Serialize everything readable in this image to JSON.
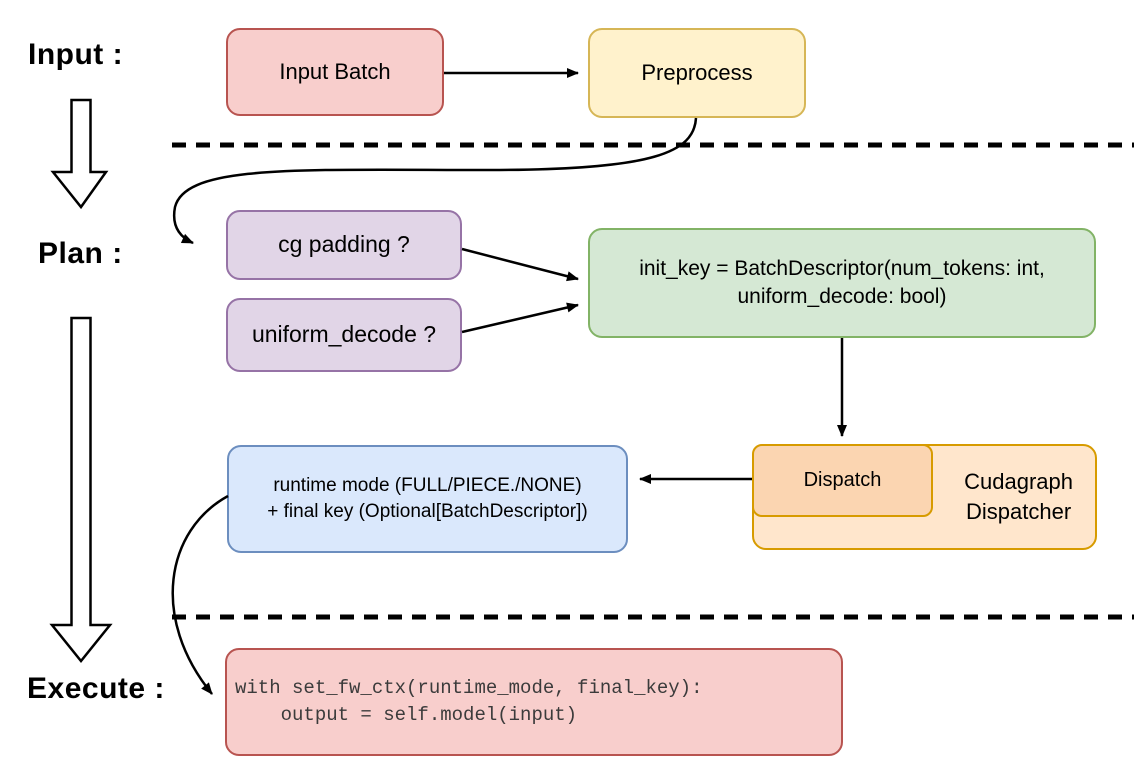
{
  "stage_labels": {
    "input": "Input :",
    "plan": "Plan :",
    "execute": "Execute :"
  },
  "nodes": {
    "input_batch": {
      "label": "Input Batch",
      "fill": "#f8cecc",
      "stroke": "#b85450"
    },
    "preprocess": {
      "label": "Preprocess",
      "fill": "#fff2cc",
      "stroke": "#d6b656"
    },
    "cg_padding": {
      "label": "cg padding ?",
      "fill": "#e1d5e7",
      "stroke": "#9673a6"
    },
    "uniform_decode": {
      "label": "uniform_decode ?",
      "fill": "#e1d5e7",
      "stroke": "#9673a6"
    },
    "init_key": {
      "label": "init_key = BatchDescriptor(num_tokens: int,\nuniform_decode: bool)",
      "fill": "#d5e8d4",
      "stroke": "#82b366"
    },
    "runtime_mode": {
      "label": "runtime mode (FULL/PIECE./NONE)\n+ final key (Optional[BatchDescriptor])",
      "fill": "#dae8fc",
      "stroke": "#6c8ebf"
    },
    "dispatch": {
      "label": "Dispatch",
      "fill": "#fbd5b1",
      "stroke": "#d79b00"
    },
    "cudagraph_dispatcher": {
      "label": "Cudagraph\nDispatcher",
      "fill": "#ffe6cc",
      "stroke": "#d79b00"
    },
    "execute_code": {
      "code": "with set_fw_ctx(runtime_mode, final_key):\n    output = self.model(input)",
      "fill": "#f8cecc",
      "stroke": "#b85450",
      "text_color": "#3b3b3b"
    }
  },
  "connector_color": "#000000"
}
